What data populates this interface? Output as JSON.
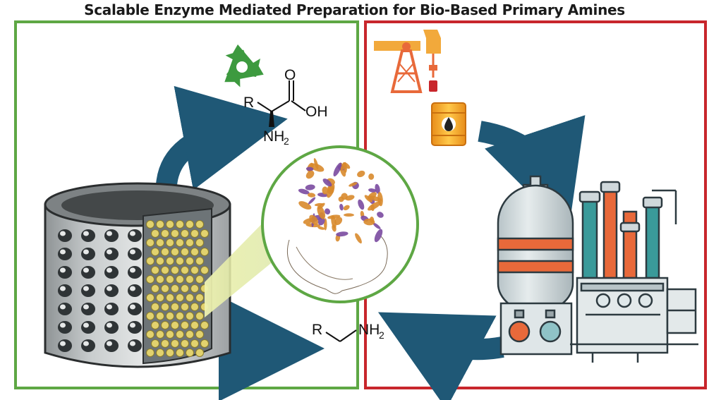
{
  "title": "Scalable Enzyme Mediated Preparation for Bio-Based Primary Amines",
  "colors": {
    "green_panel": "#5ea744",
    "red_panel": "#c8262c",
    "arrow": "#1f5876",
    "recycle": "#3d9a3f",
    "pump": "#f2a93b",
    "orange_stripe": "#e8693a",
    "tank": "#d4dde0",
    "teal": "#3a9a9a"
  },
  "amino_acid": {
    "r_label": "R",
    "oh_label": "OH",
    "nh_label": "NH",
    "subscript": "2"
  },
  "product_amine": {
    "r_label": "R",
    "nh_label": "NH",
    "subscript": "2"
  },
  "icons": {
    "left": [
      "recycle-icon",
      "amino-acid-structure",
      "packed-bed-reactor-icon",
      "immobilized-beads"
    ],
    "center": "enzyme-protein-structure",
    "right": [
      "oil-pump-icon",
      "oil-barrel-icon",
      "refinery-plant-icon"
    ]
  }
}
